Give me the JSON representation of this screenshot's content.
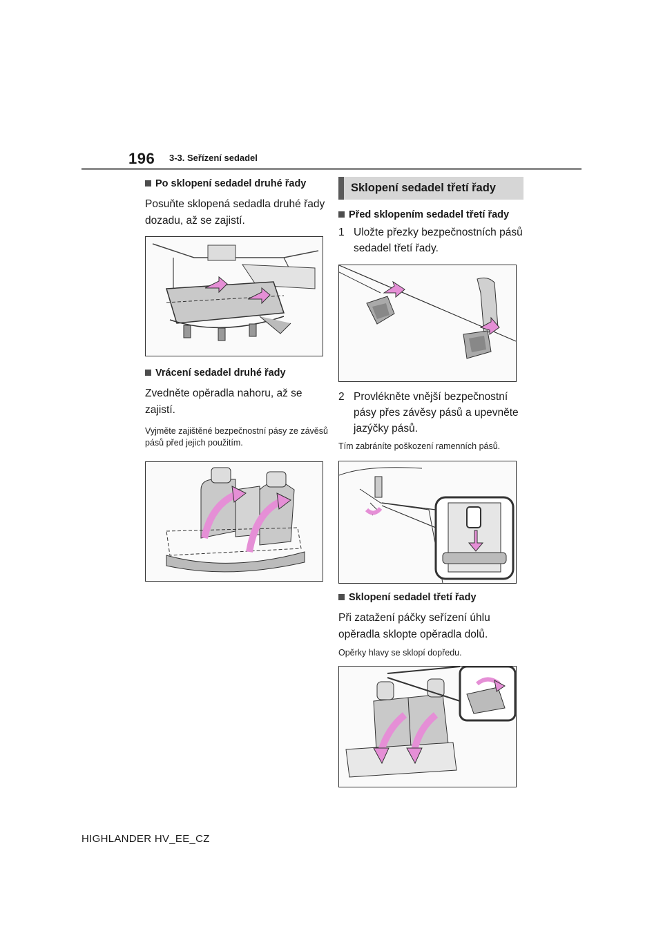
{
  "header": {
    "page_number": "196",
    "section": "3-3. Seřízení sedadel"
  },
  "left": {
    "heading1": "Po sklopení sedadel druhé řady",
    "text1": "Posuňte sklopená sedadla druhé řady dozadu, až se zajistí.",
    "heading2": "Vrácení sedadel druhé řady",
    "text2": "Zvedněte opěradla nahoru, až se zajistí.",
    "note2": "Vyjměte zajištěné bezpečnostní pásy ze závěsů pásů před jejich použitím."
  },
  "right": {
    "box_heading": "Sklopení sedadel třetí řady",
    "heading1": "Před sklopením sedadel třetí řady",
    "step1_num": "1",
    "step1_text": "Uložte přezky bezpečnostních pásů sedadel třetí řady.",
    "step2_num": "2",
    "step2_text": "Provlékněte vnější bezpečnostní pásy přes závěsy pásů a upevněte jazýčky pásů.",
    "step2_note": "Tím zabráníte poškození ramenních pásů.",
    "heading2": "Sklopení sedadel třetí řady",
    "text2": "Při zatažení páčky seřízení úhlu opěradla sklopte opěradla dolů.",
    "note2": "Opěrky hlavy se sklopí dopředu."
  },
  "footer": {
    "model": "HIGHLANDER HV_EE_CZ"
  },
  "colors": {
    "arrow_pink": "#e58fd6",
    "seat_gray": "#c9c9c9",
    "header_rule": "#8c8c8c",
    "heading_box_bg": "#d6d6d6"
  }
}
